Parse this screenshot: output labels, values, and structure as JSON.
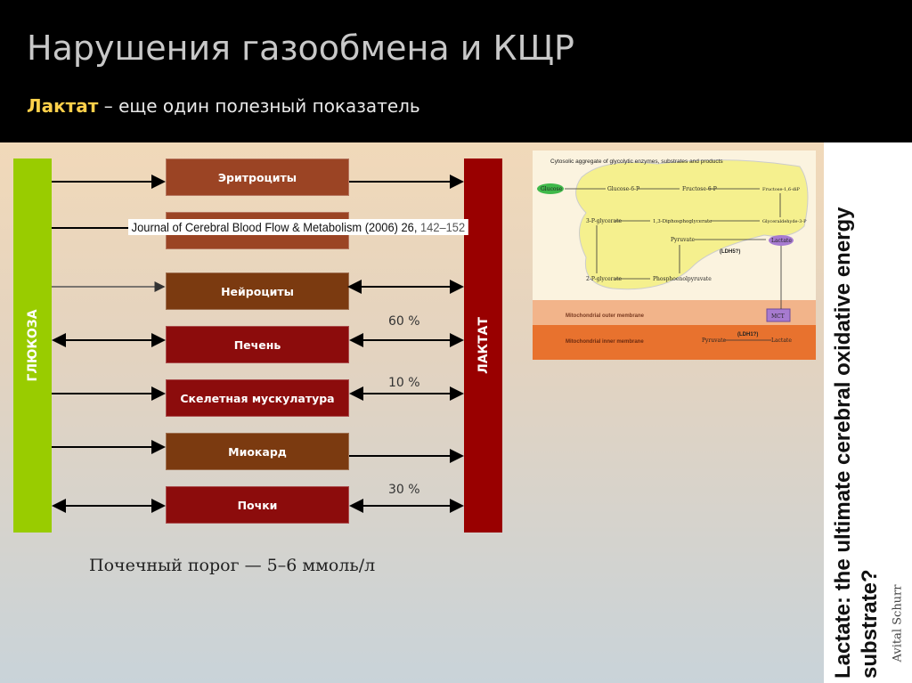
{
  "header": {
    "title": "Нарушения газообмена и КЩР",
    "subtitle_bold": "Лактат",
    "subtitle_rest": " – еще один полезный показатель"
  },
  "diagram": {
    "glucose": "ГЛЮКОЗА",
    "lactate": "ЛАКТАТ",
    "organs": [
      "Эритроциты",
      "",
      "Нейроциты",
      "Печень",
      "Скелетная мускулатура",
      "Миокард",
      "Почки"
    ],
    "percents": [
      "60 %",
      "10 %",
      "30 %"
    ],
    "colors": {
      "glucose": "#99cc00",
      "lactate": "#990000"
    }
  },
  "journal": {
    "name": "Journal of Cerebral Blood Flow & Metabolism (2006) 26, ",
    "pages": "142–152"
  },
  "threshold": "Почечный порог — 5–6 ммоль/л",
  "figure": {
    "title": "Cytosolic aggregate of glycolytic enzymes, substrates and products",
    "labels": {
      "glucose": "Glucose",
      "g6p": "Glucose-6-P",
      "f6p": "Fructose-6-P",
      "f16bp": "Fructose-1,6-diP",
      "g3p": "Glyceraldehyde-3-P",
      "dpg": "1,3-Diphosphoglycerate",
      "pg3": "3-P-glycerate",
      "pg2": "2-P-glycerate",
      "pep": "Phosphoenolpyruvate",
      "pyruvate": "Pyruvate",
      "lactate": "Lactate",
      "ldh5": "(LDH5?)",
      "ldh1": "(LDH1?)",
      "mct": "MCT",
      "outer": "Mitochondrial outer membrane",
      "inner": "Mitochondrial inner membrane",
      "pyruvate2": "Pyruvate",
      "lactate2": "Lactate"
    }
  },
  "side": {
    "title": "Lactate: the ultimate cerebral oxidative energy substrate?",
    "author": "Avital Schurr"
  }
}
